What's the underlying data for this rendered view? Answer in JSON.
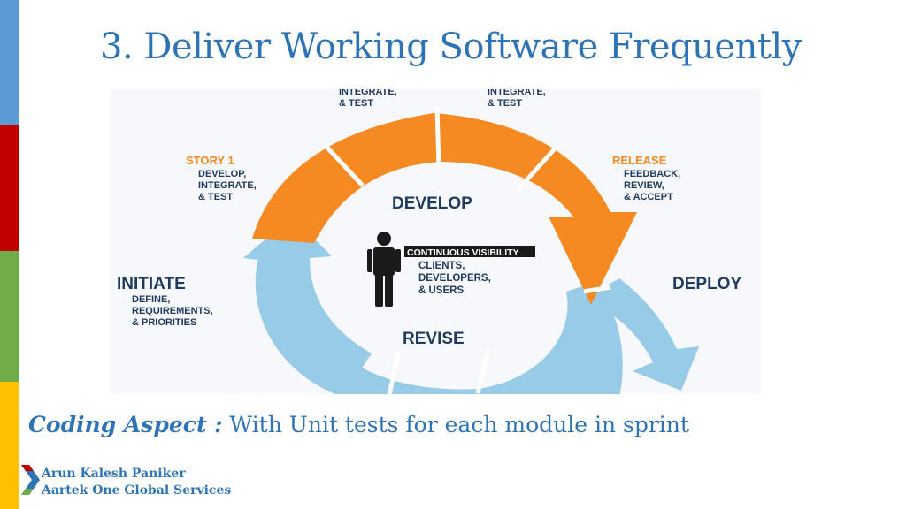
{
  "slide": {
    "title": "3. Deliver Working Software Frequently",
    "caption_label": "Coding Aspect :",
    "caption_text": " With Unit tests for each module in sprint"
  },
  "footer": {
    "author": "Arun Kalesh Paniker",
    "company": "Aartek One Global Services"
  },
  "diagram": {
    "phases": {
      "develop": "DEVELOP",
      "revise": "REVISE",
      "initiate": "INITIATE",
      "deploy": "DEPLOY"
    },
    "top_left": {
      "line1": "INTEGRATE,",
      "line2": "& TEST"
    },
    "top_right": {
      "line1": "INTEGRATE,",
      "line2": "& TEST"
    },
    "story": {
      "title": "STORY 1",
      "line1": "DEVELOP,",
      "line2": "INTEGRATE,",
      "line3": "& TEST"
    },
    "release": {
      "title": "RELEASE",
      "line1": "FEEDBACK,",
      "line2": "REVIEW,",
      "line3": "& ACCEPT"
    },
    "initiate_desc": {
      "line1": "DEFINE,",
      "line2": "REQUIREMENTS,",
      "line3": "& PRIORITIES"
    },
    "visibility": {
      "title": "CONTINUOUS VISIBILITY",
      "line1": "CLIENTS,",
      "line2": "DEVELOPERS,",
      "line3": "& USERS"
    },
    "colors": {
      "orange": "#f58a23",
      "blue": "#97cbe8",
      "text": "#1f3a5f",
      "orange_text": "#f58a23"
    },
    "icons": [
      "person-icon",
      "chevron-logo-icon"
    ]
  }
}
